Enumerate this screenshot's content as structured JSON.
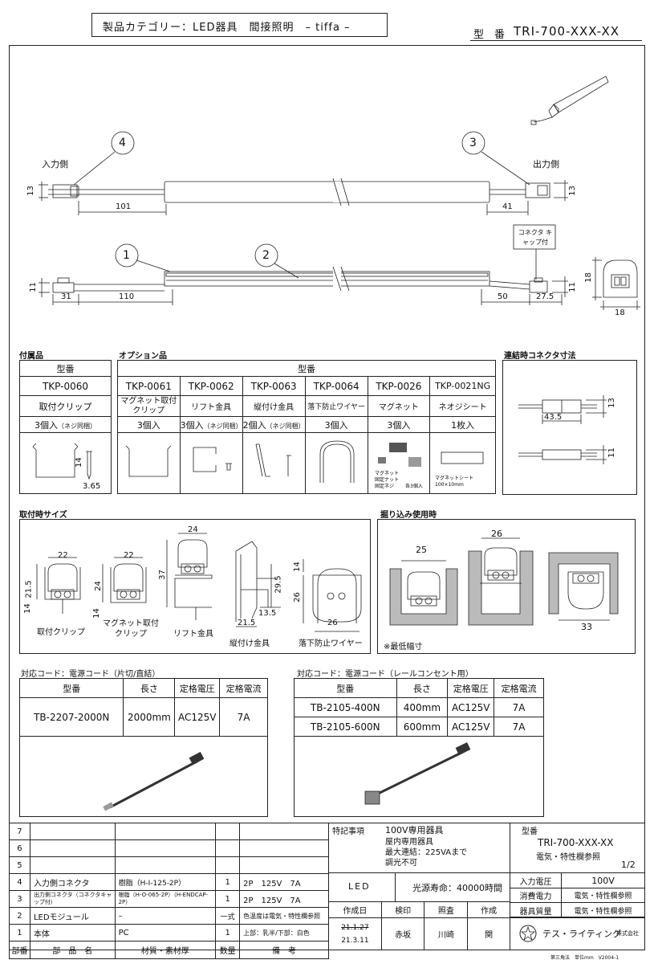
{
  "header": {
    "category": "製品カテゴリー：LED器具　間接照明　– tiffa –",
    "model_label": "型　番",
    "model": "TRI-700-XXX-XX"
  },
  "drawing": {
    "input_side": "入力側",
    "output_side": "出力側",
    "dims_top": {
      "h13_left": "13",
      "d101": "101",
      "d41": "41",
      "h13_right": "13"
    },
    "dims_bottom": {
      "h11_left": "11",
      "d31": "31",
      "d110": "110",
      "d50": "50",
      "d27_5": "27.5",
      "h11_right": "11"
    },
    "balloons": [
      "1",
      "2",
      "3",
      "4"
    ],
    "connector_note": "コネクタ キャップ付",
    "section": {
      "h18": "18",
      "w18": "18"
    }
  },
  "accessories": {
    "title": "付属品",
    "header": "型番",
    "model": "TKP-0060",
    "name": "取付クリップ",
    "qty": "3個入",
    "qty_note": "（ネジ同梱）",
    "dims": {
      "d14": "14",
      "d3_65": "3.65"
    }
  },
  "options": {
    "title": "オプション品",
    "header": "型番",
    "items": [
      {
        "model": "TKP-0061",
        "name": "マグネット取付クリップ",
        "qty": "3個入",
        "qty_note": ""
      },
      {
        "model": "TKP-0062",
        "name": "リフト金具",
        "qty": "3個入",
        "qty_note": "（ネジ同梱）"
      },
      {
        "model": "TKP-0063",
        "name": "縦付け金具",
        "qty": "2個入",
        "qty_note": "（ネジ同梱）"
      },
      {
        "model": "TKP-0064",
        "name": "落下防止ワイヤー",
        "qty": "3個入",
        "qty_note": ""
      },
      {
        "model": "TKP-0026",
        "name": "マグネット",
        "qty": "3個入",
        "qty_note": ""
      },
      {
        "model": "TKP-0021NG",
        "name": "ネオジシート",
        "qty": "1枚入",
        "qty_note": ""
      }
    ],
    "magnet_notes": [
      "マグネット",
      "固定ナット",
      "固定ネジ",
      "各3個入"
    ],
    "sheet_notes": [
      "マグネットシート",
      "100×10mm"
    ]
  },
  "connector_dims": {
    "title": "連結時コネクタ寸法",
    "w43_5": "43.5",
    "h13": "13",
    "h11": "11"
  },
  "mount_sizes": {
    "title": "取付時サイズ",
    "clip": {
      "label": "取付クリップ",
      "w": "22",
      "h": "21.5",
      "h2": "14"
    },
    "magnet_clip": {
      "label": "マグネット取付クリップ",
      "w": "22",
      "h": "24",
      "h2": "14"
    },
    "lift": {
      "label": "リフト金具",
      "w": "24",
      "h": "37"
    },
    "vertical": {
      "label": "縦付け金具",
      "w": "21.5",
      "h": "29.5",
      "h2": "13.5"
    },
    "wire": {
      "label": "落下防止ワイヤー",
      "w": "26",
      "h": "26",
      "h2": "14"
    }
  },
  "recessed": {
    "title": "掘り込み使用時",
    "w25": "25",
    "w26": "26",
    "w33": "33",
    "note": "※最低幅寸"
  },
  "cord_left": {
    "title": "対応コード：電源コード（片切/直結）",
    "headers": [
      "型番",
      "長さ",
      "定格電圧",
      "定格電流"
    ],
    "rows": [
      [
        "TB-2207-2000N",
        "2000mm",
        "AC125V",
        "7A"
      ]
    ]
  },
  "cord_right": {
    "title": "対応コード：電源コード（レールコンセント用）",
    "headers": [
      "型番",
      "長さ",
      "定格電圧",
      "定格電流"
    ],
    "rows": [
      [
        "TB-2105-400N",
        "400mm",
        "AC125V",
        "7A"
      ],
      [
        "TB-2105-600N",
        "600mm",
        "AC125V",
        "7A"
      ]
    ]
  },
  "parts": {
    "headers": [
      "部番",
      "部　品　名",
      "材質・素材厚",
      "数量",
      "備　考"
    ],
    "rows": [
      {
        "no": "7",
        "name": "",
        "material": "",
        "qty": "",
        "note": ""
      },
      {
        "no": "6",
        "name": "",
        "material": "",
        "qty": "",
        "note": ""
      },
      {
        "no": "5",
        "name": "",
        "material": "",
        "qty": "",
        "note": ""
      },
      {
        "no": "4",
        "name": "入力側コネクタ",
        "material": "樹脂（H-I-125-2P）",
        "qty": "1",
        "note": "2P　125V　7A"
      },
      {
        "no": "3",
        "name": "出力側コネクタ（コネクタキャップ付）",
        "material": "樹脂（H-O-065-2P）（H-ENDCAP-2P）",
        "qty": "1",
        "note": "2P　125V　7A"
      },
      {
        "no": "2",
        "name": "LEDモジュール",
        "material": "–",
        "qty": "一式",
        "note": "色温度は電気・特性欄参照"
      },
      {
        "no": "1",
        "name": "本体",
        "material": "PC",
        "qty": "1",
        "note": "上部：乳半/下部：白色"
      }
    ]
  },
  "notes": {
    "label": "特記事項",
    "lines": [
      "100V専用器具",
      "屋内専用器具",
      "最大連結：225VAまで",
      "調光不可"
    ]
  },
  "light": {
    "source": "LED",
    "life": "光源寿命：40000時間"
  },
  "approval": {
    "headers": [
      "作成日",
      "検印",
      "照査",
      "作成"
    ],
    "date_old": "21.1.27",
    "date": "21.3.11",
    "stamp": "赤坂",
    "check": "川崎",
    "author": "関"
  },
  "titleblock": {
    "model_label": "型番",
    "model": "TRI-700-XXX-XX",
    "ref": "電気・特性欄参照",
    "page": "1/2",
    "rows": [
      {
        "label": "入力電圧",
        "value": "100V"
      },
      {
        "label": "消費電力",
        "value": "電気・特性欄参照"
      },
      {
        "label": "器具質量",
        "value": "電気・特性欄参照"
      }
    ],
    "company": "テス・ライティング",
    "company_suffix": "株式会社",
    "footer": "第三角法　単位mm　V2004-1"
  }
}
